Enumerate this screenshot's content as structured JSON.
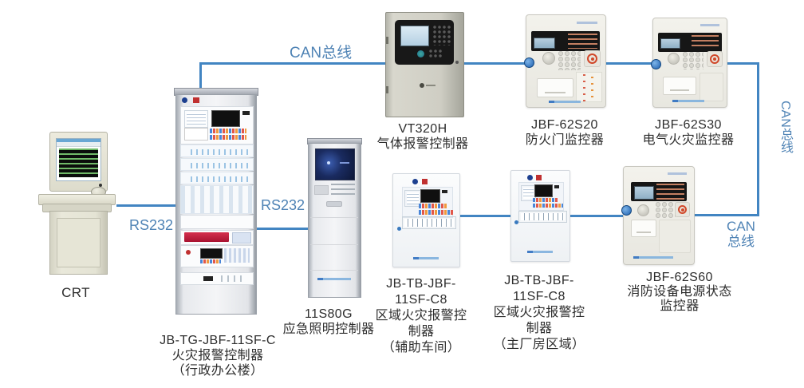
{
  "connections": {
    "can_top_label": "CAN总线",
    "rs232_left_label": "RS232",
    "rs232_mid_label": "RS232",
    "can_right_vertical_label": "CAN总线",
    "can_right_label_line1": "CAN",
    "can_right_label_line2": "总线"
  },
  "colors": {
    "bus_line": "#4285c2",
    "bus_label": "#4f83b5",
    "device_label": "#2d2d2d"
  },
  "devices": {
    "crt": {
      "label": [
        "CRT"
      ]
    },
    "jbtg": {
      "label": [
        "JB-TG-JBF-11SF-C",
        "火灾报警控制器",
        "（行政办公楼）"
      ]
    },
    "s80g": {
      "label": [
        "11S80G",
        "应急照明控制器"
      ]
    },
    "vt320h": {
      "label": [
        "VT320H",
        "气体报警控制器"
      ]
    },
    "s20": {
      "label": [
        "JBF-62S20",
        "防火门监控器"
      ]
    },
    "s30": {
      "label": [
        "JBF-62S30",
        "电气火灾监控器"
      ]
    },
    "c8a": {
      "label": [
        "JB-TB-JBF-",
        "11SF-C8",
        "区域火灾报警控",
        "制器",
        "（辅助车间）"
      ]
    },
    "c8b": {
      "label": [
        "JB-TB-JBF-",
        "11SF-C8",
        "区域火灾报警控",
        "制器",
        "（主厂房区域）"
      ]
    },
    "s60": {
      "label": [
        "JBF-62S60",
        "消防设备电源状态",
        "监控器"
      ]
    }
  }
}
